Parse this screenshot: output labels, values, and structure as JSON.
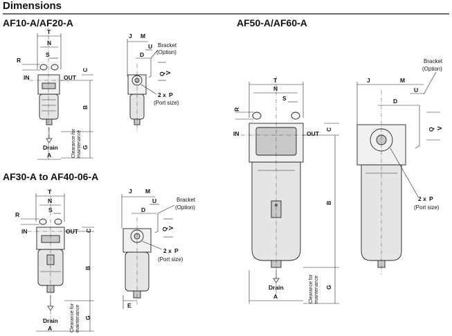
{
  "title": "Dimensions",
  "sections": [
    {
      "heading": "AF10-A/AF20-A",
      "front_labels": {
        "t": "T",
        "n": "N",
        "s": "S",
        "r": "R",
        "in": "IN",
        "out": "OUT",
        "c": "C",
        "b": "B",
        "g": "G",
        "drain": "Drain",
        "a": "A",
        "clearance": "Clearance for",
        "maintenance": "maintenance"
      },
      "side_labels": {
        "j": "J",
        "m": "M",
        "u": "U",
        "d": "D",
        "q": "Q",
        "v": "V",
        "bracket": "Bracket",
        "option": "(Option)",
        "port_count": "2 x",
        "port": "P",
        "port_size": "(Port size)"
      }
    },
    {
      "heading": "AF30-A to AF40-06-A",
      "front_labels": {
        "t": "T",
        "n": "N",
        "s": "S",
        "r": "R",
        "in": "IN",
        "out": "OUT",
        "c": "C",
        "b": "B",
        "g": "G",
        "drain": "Drain",
        "a": "A",
        "clearance": "Clearance for",
        "maintenance": "maintenance"
      },
      "side_labels": {
        "j": "J",
        "m": "M",
        "u": "U",
        "d": "D",
        "q": "Q",
        "v": "V",
        "e": "E",
        "bracket": "Bracket",
        "option": "(Option)",
        "port_count": "2 x",
        "port": "P",
        "port_size": "(Port size)"
      }
    },
    {
      "heading": "AF50-A/AF60-A",
      "front_labels": {
        "t": "T",
        "n": "N",
        "s": "S",
        "r": "R",
        "in": "IN",
        "out": "OUT",
        "c": "C",
        "b": "B",
        "g": "G",
        "drain": "Drain",
        "a": "A",
        "clearance": "Clearance for",
        "maintenance": "maintenance"
      },
      "side_labels": {
        "j": "J",
        "m": "M",
        "u": "U",
        "d": "D",
        "q": "Q",
        "v": "V",
        "bracket": "Bracket",
        "option": "(Option)",
        "port_count": "2 x",
        "port": "P",
        "port_size": "(Port size)"
      }
    }
  ]
}
